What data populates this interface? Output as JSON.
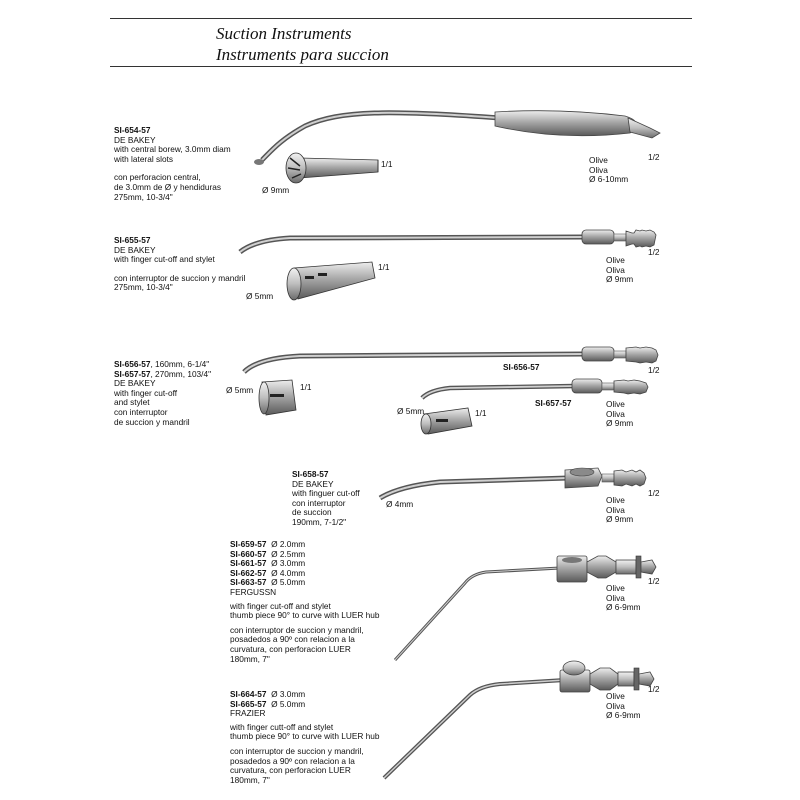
{
  "header": {
    "title_en": "Suction Instruments",
    "title_es": "Instruments para succion"
  },
  "items": [
    {
      "code": "SI-654-57",
      "name": "DE BAKEY",
      "desc_en": [
        "with central borew, 3.0mm diam",
        "with lateral slots"
      ],
      "desc_es": [
        "con perforacion central,",
        "de 3.0mm de Ø y hendiduras",
        "275mm, 10-3/4\""
      ],
      "tip_diam": "Ø 9mm",
      "scale": "1/1",
      "olive": [
        "Olive",
        "Oliva",
        "Ø 6-10mm"
      ],
      "olive_scale": "1/2"
    },
    {
      "code": "SI-655-57",
      "name": "DE BAKEY",
      "desc_en": [
        "with finger cut-off and stylet"
      ],
      "desc_es": [
        "con interruptor de succion y mandril",
        "275mm, 10-3/4\""
      ],
      "tip_diam": "Ø 5mm",
      "scale": "1/1",
      "olive": [
        "Olive",
        "Oliva",
        "Ø 9mm"
      ],
      "olive_scale": "1/2"
    },
    {
      "code_a": "SI-656-57",
      "size_a": ", 160mm, 6-1/4\"",
      "code_b": "SI-657-57",
      "size_b": ", 270mm, 103/4\"",
      "name": "DE BAKEY",
      "desc": [
        "with finger cut-off",
        "and stylet",
        "con interruptor",
        "de succion y mandril"
      ],
      "label_a": "SI-656-57",
      "label_b": "SI-657-57",
      "tip_diam_a": "Ø 5mm",
      "tip_diam_b": "Ø 5mm",
      "scale_a": "1/1",
      "scale_b": "1/1",
      "olive": [
        "Olive",
        "Oliva",
        "Ø 9mm"
      ],
      "olive_scale": "1/2"
    },
    {
      "code": "SI-658-57",
      "name": "DE BAKEY",
      "desc": [
        "with finguer cut-off",
        "con interruptor",
        "de succion",
        "190mm, 7-1/2\""
      ],
      "tip_diam": "Ø 4mm",
      "olive": [
        "Olive",
        "Oliva",
        "Ø 9mm"
      ],
      "olive_scale": "1/2"
    },
    {
      "variants": [
        {
          "code": "SI-659-57",
          "diam": "Ø 2.0mm"
        },
        {
          "code": "SI-660-57",
          "diam": "Ø 2.5mm"
        },
        {
          "code": "SI-661-57",
          "diam": "Ø 3.0mm"
        },
        {
          "code": "SI-662-57",
          "diam": "Ø 4.0mm"
        },
        {
          "code": "SI-663-57",
          "diam": "Ø 5.0mm"
        }
      ],
      "name": "FERGUSSN",
      "desc_en": [
        "with finger cut-off and stylet",
        "thumb piece 90°  to curve with LUER hub"
      ],
      "desc_es": [
        "con interruptor de succion y mandril,",
        "posadedos a 90º con relacion a la",
        "curvatura, con perforacion LUER",
        "180mm, 7\""
      ],
      "olive": [
        "Olive",
        "Oliva",
        "Ø 6-9mm"
      ],
      "olive_scale": "1/2"
    },
    {
      "variants": [
        {
          "code": "SI-664-57",
          "diam": "Ø 3.0mm"
        },
        {
          "code": "SI-665-57",
          "diam": "Ø 5.0mm"
        }
      ],
      "name": "FRAZIER",
      "desc_en": [
        "with finger cutt-off and stylet",
        "thumb piece 90°  to curve with LUER hub"
      ],
      "desc_es": [
        "con interruptor de succion y mandril,",
        "posadedos a 90º con relacion a la",
        "curvatura, con perforacion LUER",
        "180mm, 7\""
      ],
      "olive": [
        "Olive",
        "Oliva",
        "Ø 6-9mm"
      ],
      "olive_scale": "1/2"
    }
  ]
}
